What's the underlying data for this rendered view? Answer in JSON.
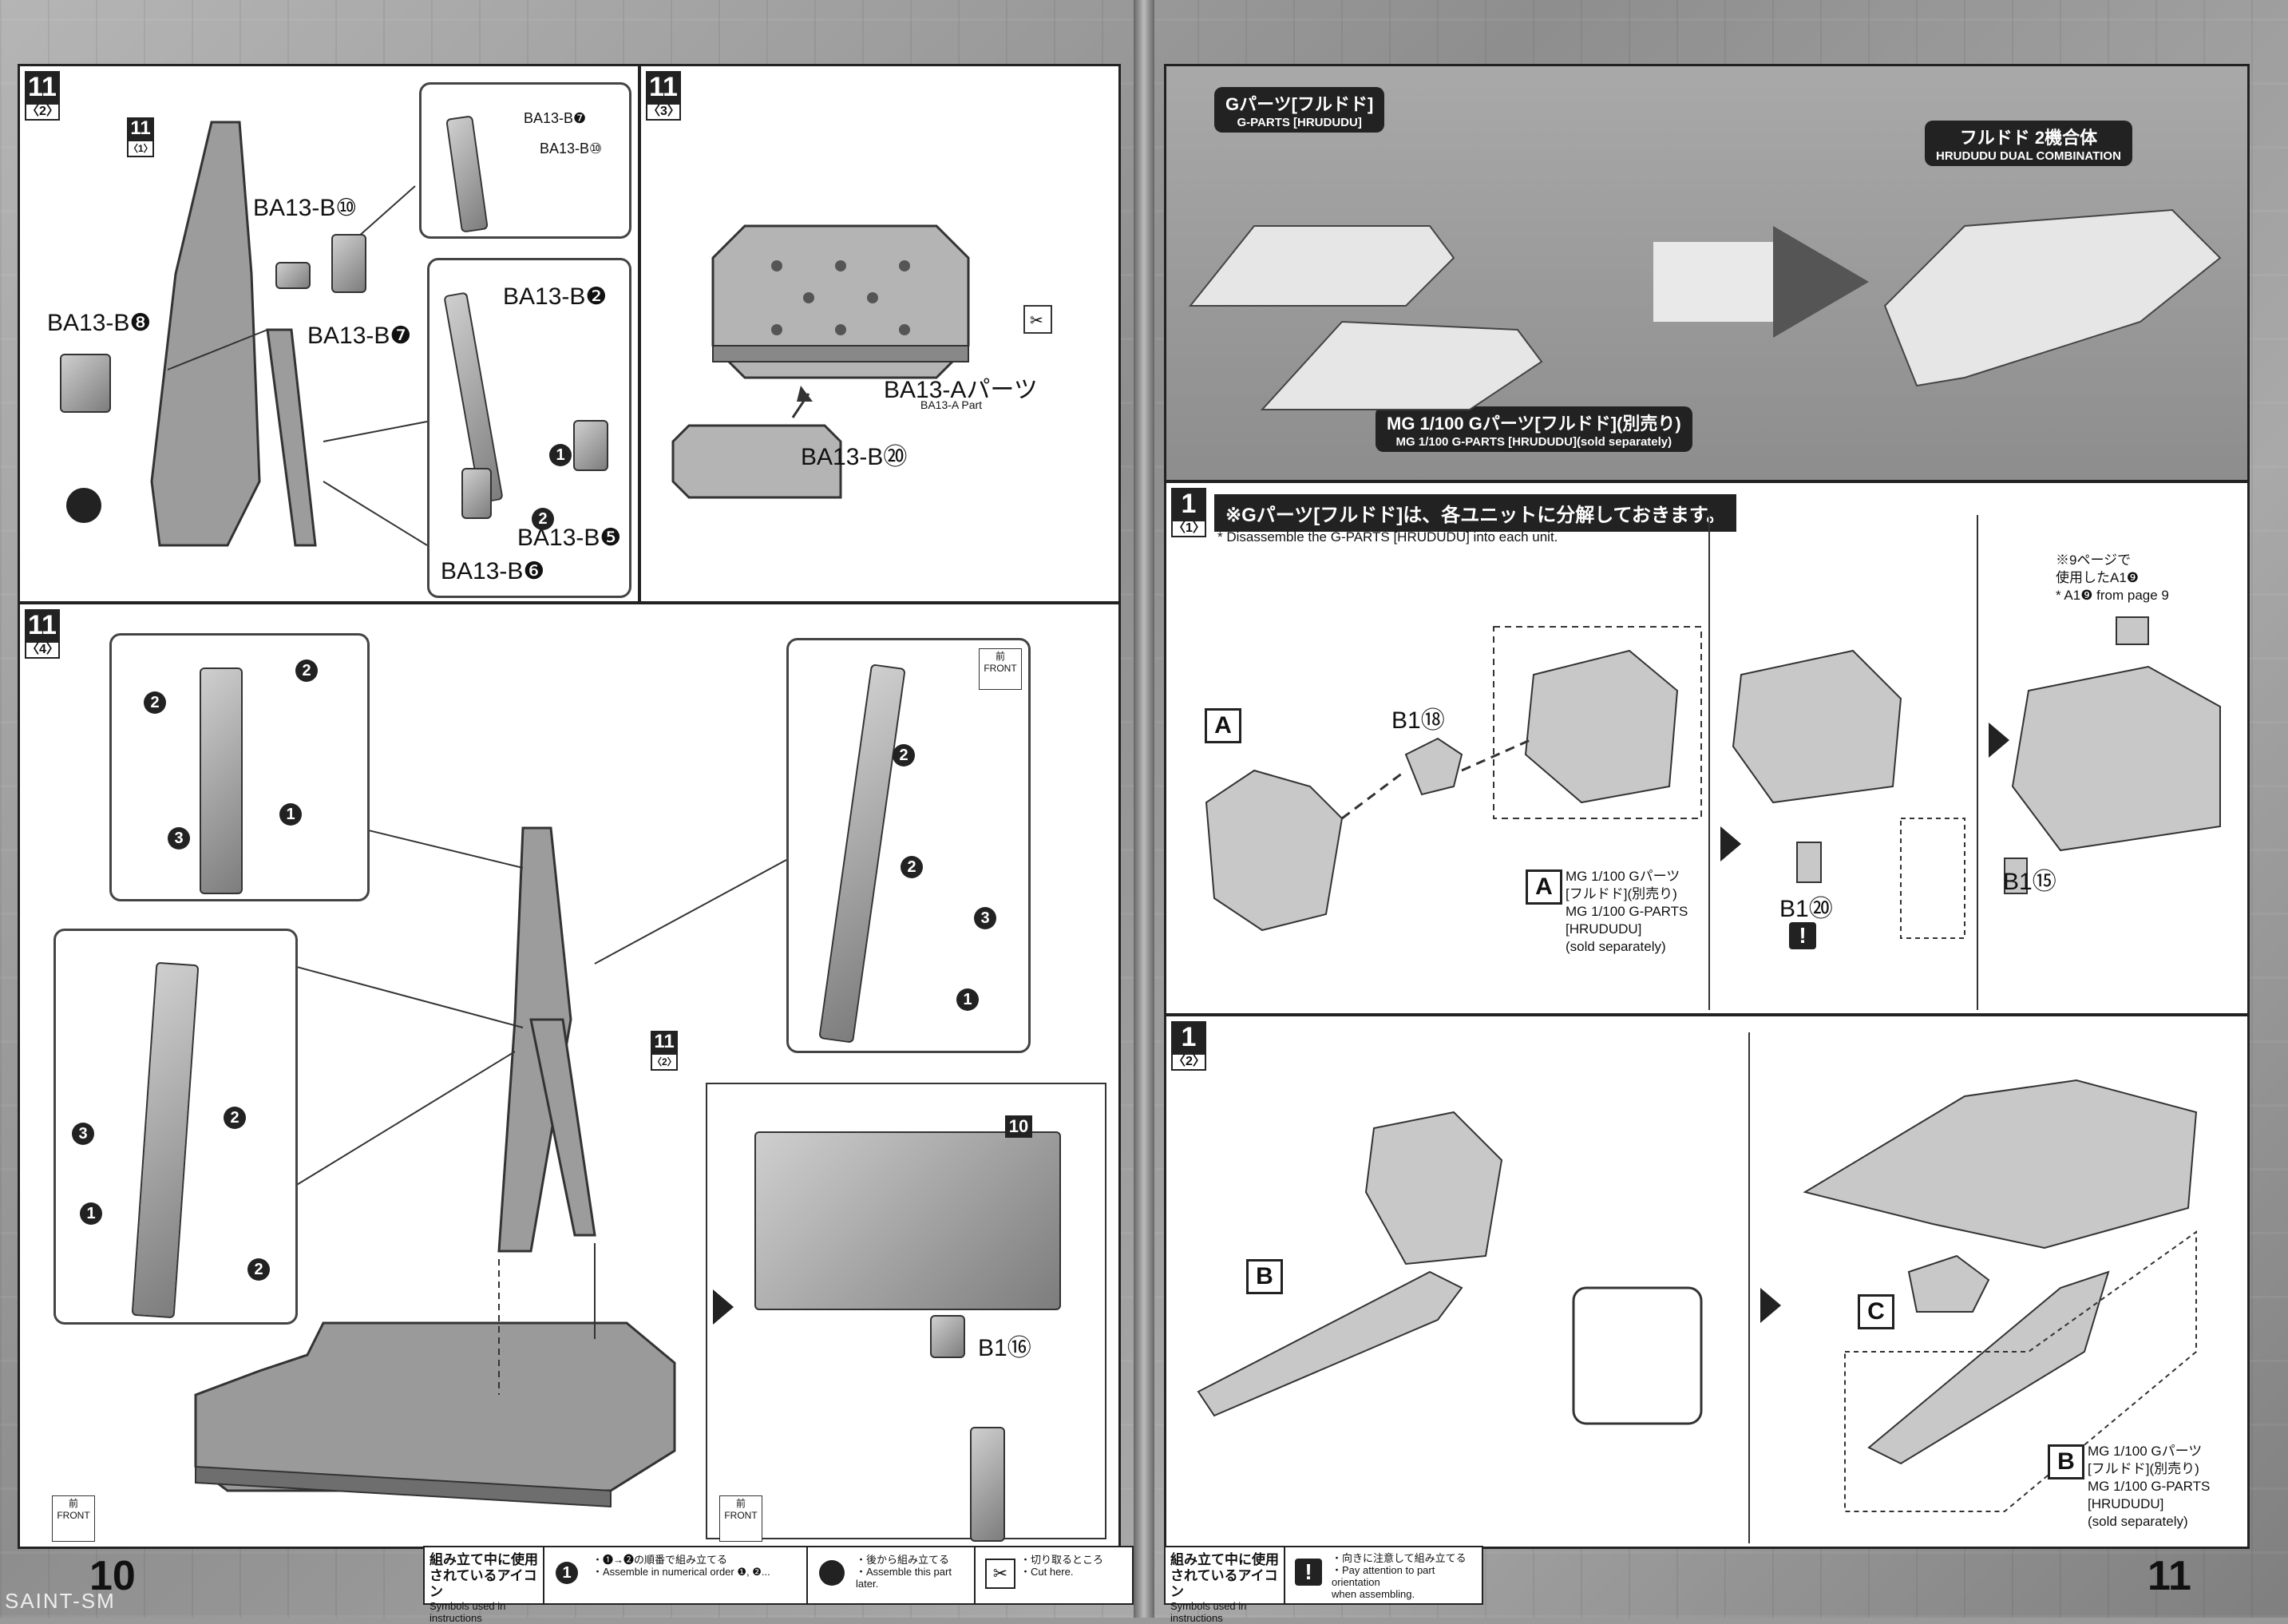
{
  "watermark": "SAINT-SM",
  "left_page": {
    "page_number": "10",
    "step_11_2": {
      "step": "11",
      "sub": "〈2〉",
      "ref": {
        "step": "11",
        "sub": "〈1〉"
      },
      "labels": {
        "b10": "BA13-B⑩",
        "b7": "BA13-B❼",
        "b8": "BA13-B❽",
        "b2": "BA13-B❷",
        "b5": "BA13-B❺",
        "b6": "BA13-B❻",
        "inset_b7": "BA13-B❼",
        "inset_b10": "BA13-B⑩"
      }
    },
    "step_11_3": {
      "step": "11",
      "sub": "〈3〉",
      "part_jp": "BA13-Aパーツ",
      "part_en": "BA13-A Part",
      "b20": "BA13-B⑳"
    },
    "step_11_4": {
      "step": "11",
      "sub": "〈4〉",
      "ref": {
        "step": "11",
        "sub": "〈2〉"
      },
      "front_jp": "前",
      "front_en": "FRONT",
      "ref10": "10",
      "b16": "B1⑯"
    }
  },
  "right_page": {
    "page_number": "11",
    "banner": {
      "gparts_jp": "Gパーツ[フルドド]",
      "gparts_en": "G-PARTS [HRUDUDU]",
      "dual_jp": "フルドド 2機合体",
      "dual_en": "HRUDUDU DUAL COMBINATION",
      "sold_jp": "MG 1/100 Gパーツ[フルドド](別売り)",
      "sold_en": "MG 1/100 G-PARTS [HRUDUDU](sold separately)"
    },
    "step_1_1": {
      "step": "1",
      "sub": "〈1〉",
      "instr_jp": "※Gパーツ[フルドド]は、各ユニットに分解しておきます。",
      "instr_en": "* Disassemble the G-PARTS [HRUDUDU] into each unit.",
      "label_a": "A",
      "b18": "B1⑱",
      "note_a_letter": "A",
      "note_a_jp1": "MG 1/100 Gパーツ",
      "note_a_jp2": "[フルドド](別売り)",
      "note_a_en1": "MG 1/100 G-PARTS",
      "note_a_en2": "[HRUDUDU]",
      "note_a_en3": "(sold separately)",
      "b20": "B1⑳",
      "b15": "B1⑮",
      "ref_jp1": "※9ページで",
      "ref_jp2": "使用したA1❾",
      "ref_en": "* A1❾ from page 9"
    },
    "step_1_2": {
      "step": "1",
      "sub": "〈2〉",
      "label_b": "B",
      "label_c": "C",
      "note_b_letter": "B",
      "note_b_jp1": "MG 1/100 Gパーツ",
      "note_b_jp2": "[フルドド](別売り)",
      "note_b_en1": "MG 1/100 G-PARTS",
      "note_b_en2": "[HRUDUDU]",
      "note_b_en3": "(sold separately)"
    }
  },
  "footer_left": {
    "title_jp1": "組み立て中に使用",
    "title_jp2": "されているアイコン",
    "title_en": "Symbols used in instructions",
    "icon1_jp": "・❶→❷の順番で組み立てる",
    "icon1_en": "・Assemble in numerical order ❶, ❷...",
    "icon2_jp": "・後から組み立てる",
    "icon2_en": "・Assemble this part later.",
    "icon3_jp": "・切り取るところ",
    "icon3_en": "・Cut here."
  },
  "footer_right": {
    "title_jp1": "組み立て中に使用",
    "title_jp2": "されているアイコン",
    "title_en": "Symbols used in instructions",
    "icon1_jp": "・向きに注意して組み立てる",
    "icon1_en1": "・Pay attention to part orientation",
    "icon1_en2": "when assembling."
  }
}
